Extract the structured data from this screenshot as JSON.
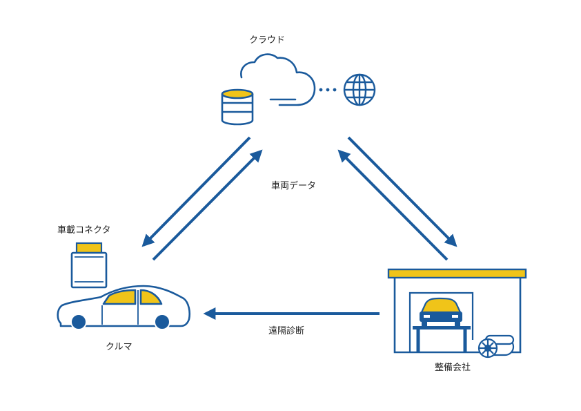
{
  "labels": {
    "cloud": "クラウド",
    "vehicle_data": "車両データ",
    "connector": "車載コネクタ",
    "car": "クルマ",
    "remote_diagnosis": "遠隔診断",
    "garage": "整備会社"
  },
  "icons": {
    "cloud": "cloud-icon",
    "database": "database-icon",
    "globe": "globe-icon",
    "connector": "connector-icon",
    "car": "car-icon",
    "garage": "garage-icon",
    "tire": "tire-icon"
  },
  "colors": {
    "blue": "#1a5a9c",
    "yellow": "#f0c419",
    "text": "#222222"
  }
}
